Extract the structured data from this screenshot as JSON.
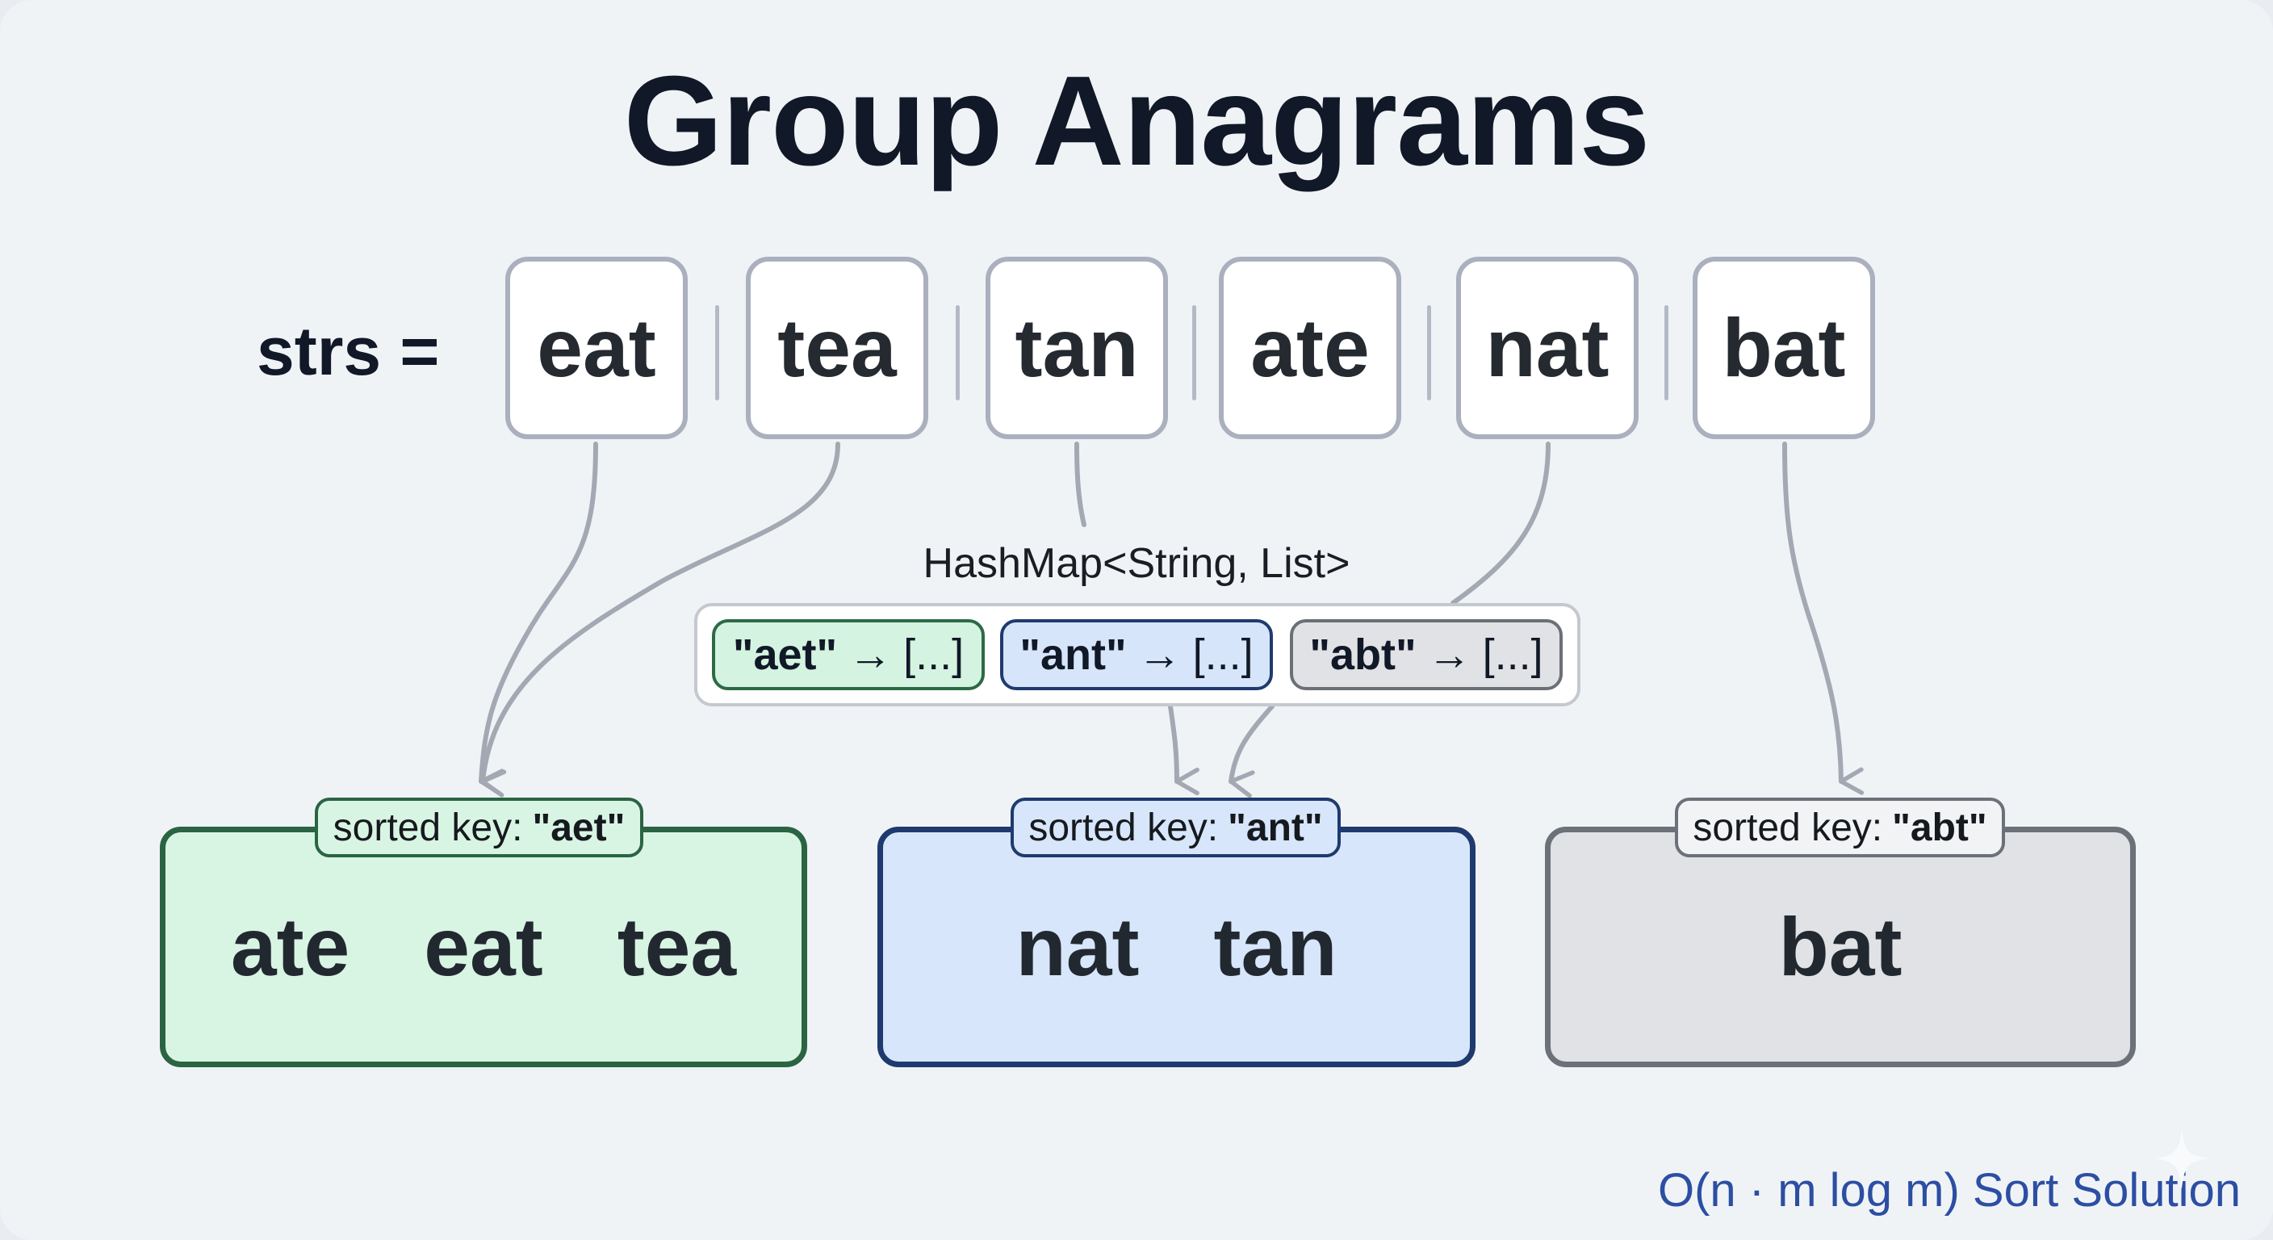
{
  "title": "Group Anagrams",
  "input": {
    "label": "strs =",
    "words": [
      "eat",
      "tea",
      "tan",
      "ate",
      "nat",
      "bat"
    ]
  },
  "hashmap": {
    "label": "HashMap<String, List>",
    "entries": [
      {
        "key": "\"aet\"",
        "arrow": "→",
        "value": "[...]",
        "color": "#2c6a46"
      },
      {
        "key": "\"ant\"",
        "arrow": "→",
        "value": "[...]",
        "color": "#1f3a6e"
      },
      {
        "key": "\"abt\"",
        "arrow": "→",
        "value": "[...]",
        "color": "#6b6f76"
      }
    ]
  },
  "groups": [
    {
      "tag_prefix": "sorted key:",
      "tag_key": "\"aet\"",
      "words": [
        "ate",
        "eat",
        "tea"
      ],
      "color": "#2a6443",
      "fill": "#d8f5e3"
    },
    {
      "tag_prefix": "sorted key:",
      "tag_key": "\"ant\"",
      "words": [
        "nat",
        "tan"
      ],
      "color": "#1f3a6e",
      "fill": "#d7e6fa"
    },
    {
      "tag_prefix": "sorted key:",
      "tag_key": "\"abt\"",
      "words": [
        "bat"
      ],
      "color": "#6c7078",
      "fill": "#e0e2e6"
    }
  ],
  "footer": "O(n · m log m) Sort Solution",
  "colors": {
    "background": "#f0f3f6",
    "title": "#111827",
    "connector": "#a3a8b2",
    "footer": "#2c4ea3"
  }
}
